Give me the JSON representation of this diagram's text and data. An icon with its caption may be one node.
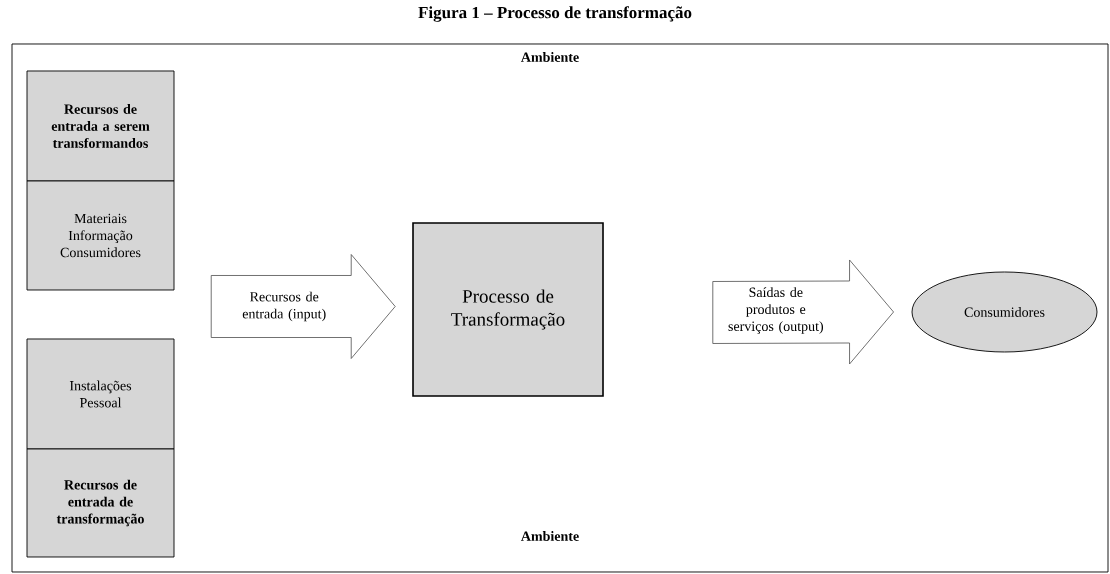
{
  "diagram": {
    "title": "Figura 1 – Processo de transformação",
    "nodes": [
      {
        "text": [],
        "shape": "box"
      },
      {
        "text": [
          "Recursos de entrada a serem transformandos"
        ],
        "in": 0
      },
      {
        "text": [
          "Materiais Informação Consumidores"
        ],
        "in": 0
      },
      {
        "text": [
          "Instalações Pessoal"
        ],
        "in": 0
      },
      {
        "text": [
          "Recursos de entrada de transformação"
        ],
        "in": 0
      },
      {
        "text": [
          "Processo de Transformação"
        ],
        "in": 0
      },
      {
        "text": [
          "Consumidores"
        ],
        "in": 0
      }
    ],
    "edges": [
      {
        "from": null,
        "to": 5,
        "arrow": "to",
        "label": "Recursos de entrada (input)"
      },
      {
        "from": 5,
        "to": 6,
        "arrow": "to",
        "label": "Saídas de produtos e serviços (output)"
      }
    ],
    "labels": [
      "Ambiente",
      "Ambiente"
    ]
  }
}
